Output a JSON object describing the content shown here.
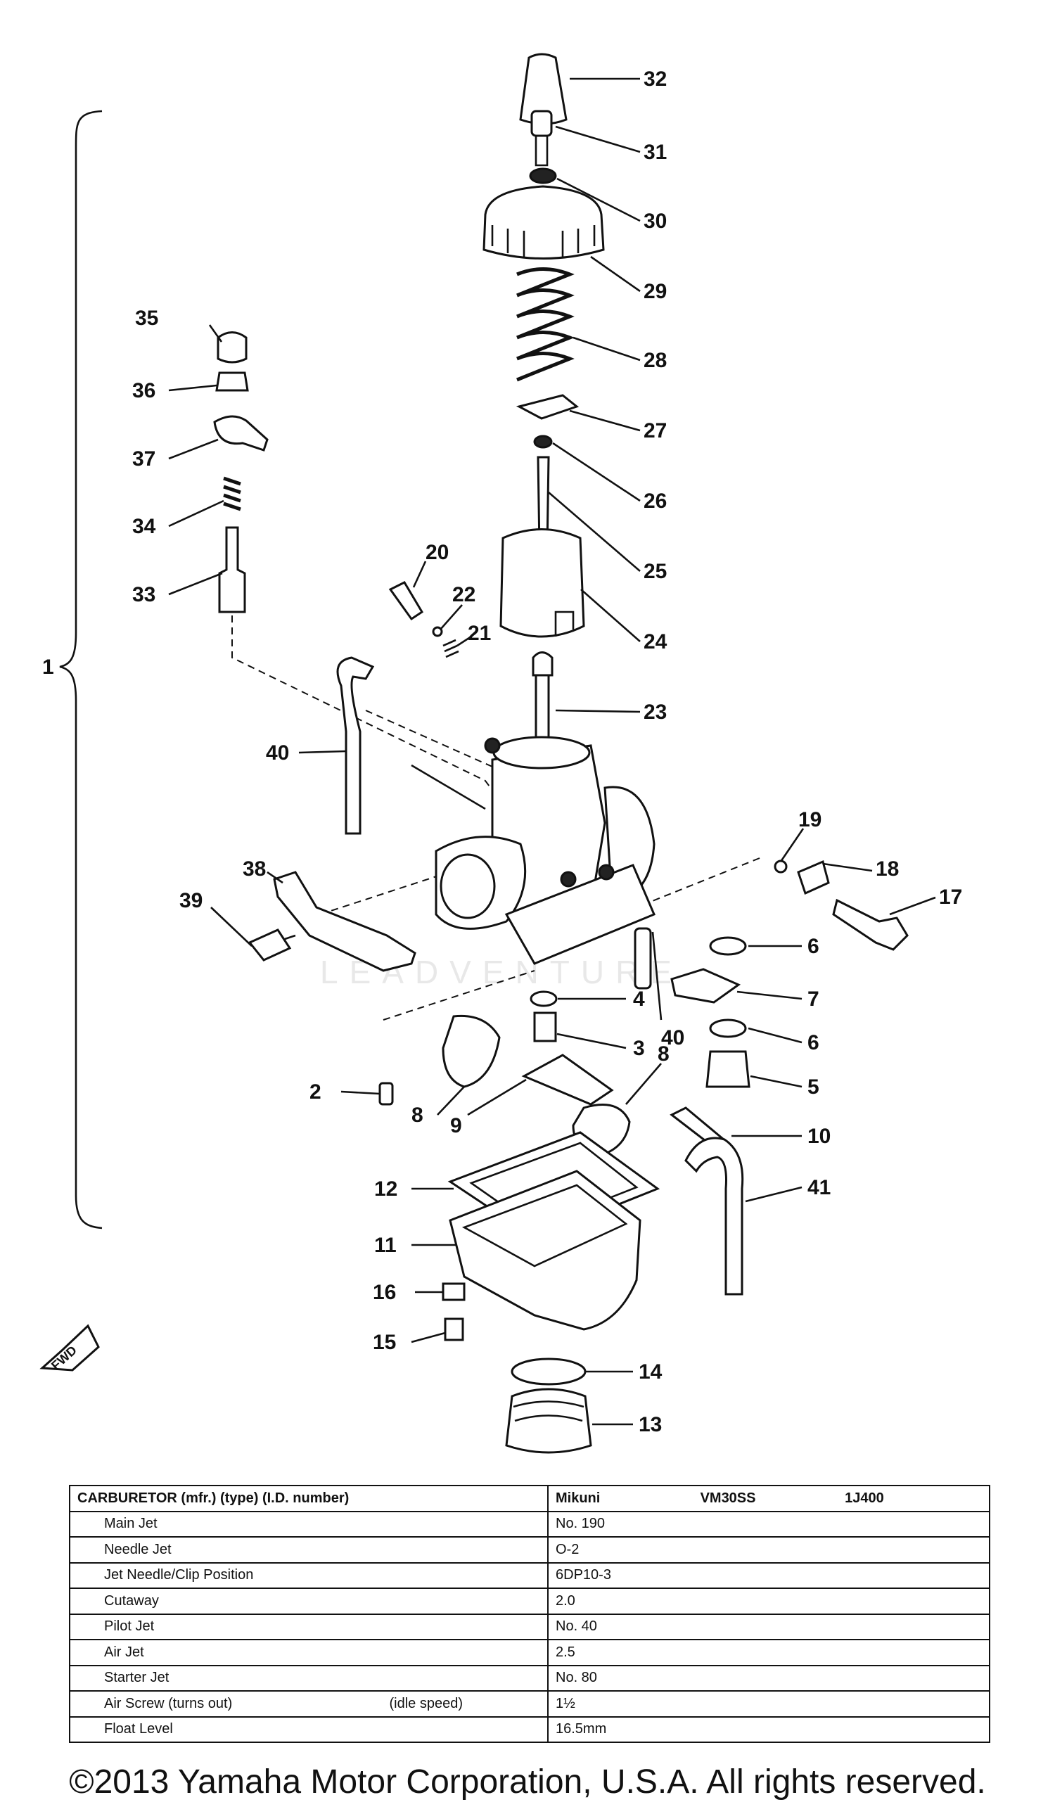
{
  "diagram": {
    "callouts": [
      "1",
      "2",
      "3",
      "4",
      "5",
      "6",
      "6",
      "7",
      "8",
      "8",
      "9",
      "10",
      "11",
      "12",
      "13",
      "14",
      "15",
      "16",
      "17",
      "18",
      "19",
      "20",
      "21",
      "22",
      "23",
      "24",
      "25",
      "26",
      "27",
      "28",
      "29",
      "30",
      "31",
      "32",
      "33",
      "34",
      "35",
      "36",
      "37",
      "38",
      "39",
      "40",
      "40",
      "41"
    ],
    "fwd_label": "FWD",
    "watermark": "LEADVENTURE"
  },
  "spec_table": {
    "header": {
      "label": "CARBURETOR (mfr.) (type) (I.D. number)",
      "mfr": "Mikuni",
      "type": "VM30SS",
      "id": "1J400"
    },
    "rows": [
      {
        "label": "Main Jet",
        "value": "No. 190"
      },
      {
        "label": "Needle Jet",
        "value": "O-2"
      },
      {
        "label": "Jet Needle/Clip Position",
        "value": "6DP10-3"
      },
      {
        "label": "Cutaway",
        "value": "2.0"
      },
      {
        "label": "Pilot Jet",
        "value": "No. 40"
      },
      {
        "label": "Air Jet",
        "value": "2.5"
      },
      {
        "label": "Starter Jet",
        "value": "No. 80"
      },
      {
        "label": "Air Screw (turns out)",
        "label_extra": "(idle speed)",
        "value": "1½"
      },
      {
        "label": "Float Level",
        "value": "16.5mm"
      }
    ]
  },
  "footer": {
    "copyright": "©2013 Yamaha Motor Corporation, U.S.A. All rights reserved."
  }
}
